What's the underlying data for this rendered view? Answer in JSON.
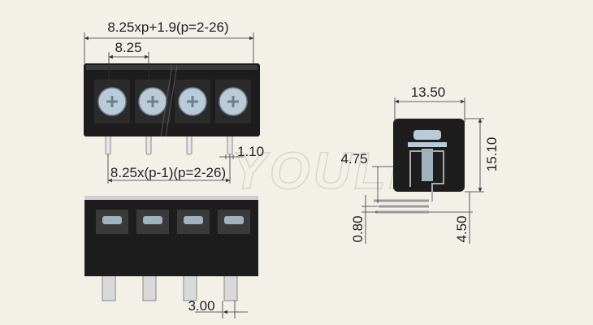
{
  "watermark": "YOULE",
  "top_view": {
    "overall_width_label": "8.25xp+1.9(p=2-26)",
    "pitch_label": "8.25",
    "pin_width_label": "1.10",
    "pin_span_label": "8.25x(p-1)(p=2-26)"
  },
  "front_view": {
    "pin_spacing_label": "3.00"
  },
  "side_view": {
    "depth_label": "13.50",
    "height_label": "15.10",
    "pin_offset_label": "4.75",
    "pin_thickness_label": "0.80",
    "pin_length_label": "4.50"
  },
  "colors": {
    "background": "#f3f0e8",
    "body": "#1d1d1d",
    "screw": "#b9cbd8"
  }
}
